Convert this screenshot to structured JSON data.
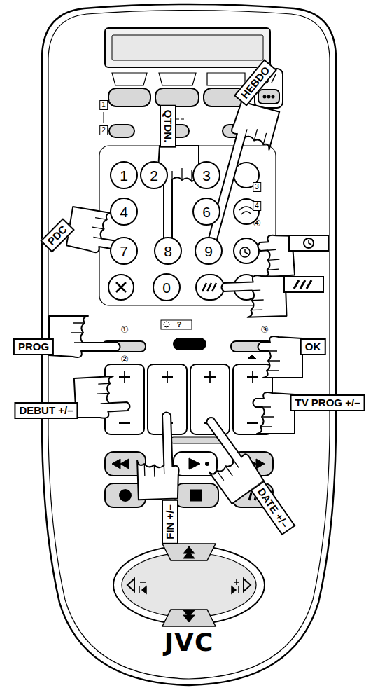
{
  "diagram": {
    "nodes": [
      {
        "text": [
          "JVC"
        ]
      },
      {
        "text": [
          "1"
        ],
        "in": 0
      },
      {
        "text": [
          "2"
        ],
        "in": 0
      },
      {
        "text": [
          "3"
        ],
        "in": 0
      },
      {
        "text": [
          "4"
        ],
        "in": 0
      },
      {
        "text": [
          "6"
        ],
        "in": 0
      },
      {
        "text": [
          "7"
        ],
        "in": 0
      },
      {
        "text": [
          "8"
        ],
        "in": 0
      },
      {
        "text": [
          "9"
        ],
        "in": 0
      },
      {
        "text": [
          "0"
        ],
        "in": 0
      },
      {
        "text": [
          "PDC"
        ]
      },
      {
        "text": [
          "QTDN."
        ]
      },
      {
        "text": [
          "HEBDO"
        ]
      },
      {
        "text": [
          "PROG"
        ]
      },
      {
        "text": [
          "OK"
        ]
      },
      {
        "text": [
          "DEBUT +/–"
        ]
      },
      {
        "text": [
          "TV PROG +/–"
        ]
      },
      {
        "text": [
          "FIN +/–"
        ]
      },
      {
        "text": [
          "DATE +/–"
        ]
      }
    ],
    "labels": [
      "1",
      "2",
      "3",
      "4",
      "④",
      "①",
      "②",
      "③",
      "?"
    ]
  }
}
